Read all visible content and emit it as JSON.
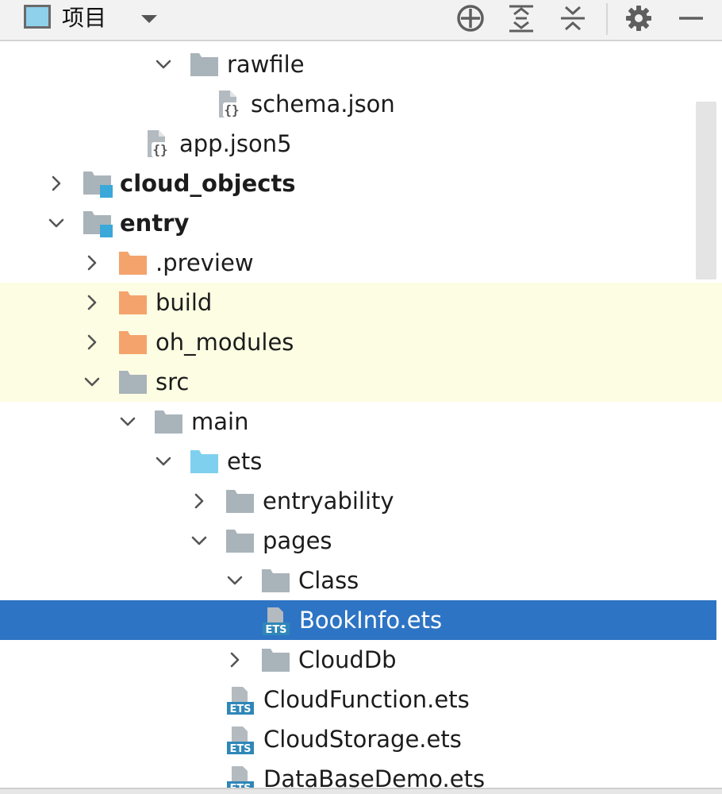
{
  "toolbar": {
    "title": "项目",
    "icons": [
      "locate-icon",
      "expand-all-icon",
      "collapse-all-icon",
      "gear-icon",
      "minimize-icon"
    ]
  },
  "colors": {
    "folder_gray": "#a9b3ba",
    "folder_orange": "#f4a36c",
    "folder_blue": "#7fd0ee",
    "module_badge": "#3aa8d8",
    "excluded_background": "#fdfde3",
    "selection": "#2e74c4",
    "ets_label": "#2f87b8"
  },
  "tree": [
    {
      "label": "rawfile",
      "depth": 3,
      "expanded": true,
      "icon": "folder",
      "color": "gray"
    },
    {
      "label": "schema.json",
      "depth": 4,
      "icon": "json-file"
    },
    {
      "label": "app.json5",
      "depth": 2,
      "icon": "json-file"
    },
    {
      "label": "cloud_objects",
      "depth": 0,
      "expanded": false,
      "icon": "module-folder",
      "bold": true
    },
    {
      "label": "entry",
      "depth": 0,
      "expanded": true,
      "icon": "module-folder",
      "bold": true
    },
    {
      "label": ".preview",
      "depth": 1,
      "expanded": false,
      "icon": "folder",
      "color": "orange"
    },
    {
      "label": "build",
      "depth": 1,
      "expanded": false,
      "icon": "folder",
      "color": "orange"
    },
    {
      "label": "oh_modules",
      "depth": 1,
      "expanded": false,
      "icon": "folder",
      "color": "orange"
    },
    {
      "label": "src",
      "depth": 1,
      "expanded": true,
      "icon": "folder",
      "color": "gray"
    },
    {
      "label": "main",
      "depth": 2,
      "expanded": true,
      "icon": "folder",
      "color": "gray"
    },
    {
      "label": "ets",
      "depth": 3,
      "expanded": true,
      "icon": "folder",
      "color": "blue"
    },
    {
      "label": "entryability",
      "depth": 4,
      "expanded": false,
      "icon": "folder",
      "color": "gray"
    },
    {
      "label": "pages",
      "depth": 4,
      "expanded": true,
      "icon": "folder",
      "color": "gray"
    },
    {
      "label": "Class",
      "depth": 5,
      "expanded": true,
      "icon": "folder",
      "color": "gray"
    },
    {
      "label": "BookInfo.ets",
      "depth": 6,
      "icon": "ets-file",
      "selected": true
    },
    {
      "label": "CloudDb",
      "depth": 5,
      "expanded": false,
      "icon": "folder",
      "color": "gray"
    },
    {
      "label": "CloudFunction.ets",
      "depth": 5,
      "icon": "ets-file"
    },
    {
      "label": "CloudStorage.ets",
      "depth": 5,
      "icon": "ets-file"
    },
    {
      "label": "DataBaseDemo.ets",
      "depth": 5,
      "icon": "ets-file"
    }
  ]
}
